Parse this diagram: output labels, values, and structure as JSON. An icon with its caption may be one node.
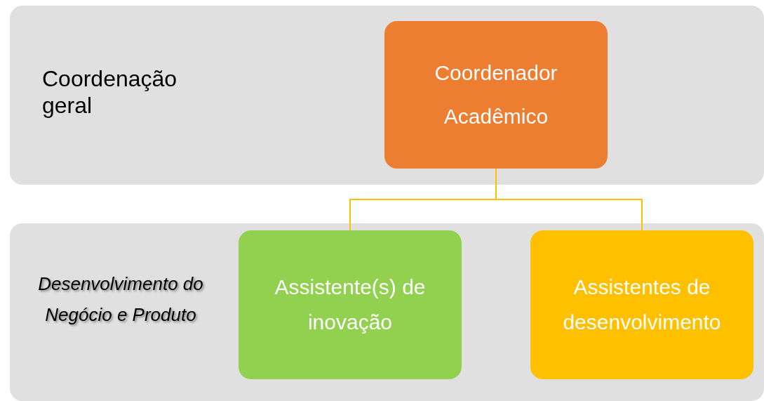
{
  "diagram": {
    "nodes": [
      {
        "text": [
          "Coordenação geral"
        ]
      },
      {
        "text": [
          "Desenvolvimento do Negócio e Produto"
        ]
      },
      {
        "text": [
          "Coordenador Acadêmico"
        ],
        "in": 0
      },
      {
        "text": [
          "Assistente(s) de inovação"
        ],
        "in": 1
      },
      {
        "text": [
          "Assistentes de desenvolvimento"
        ],
        "in": 1
      }
    ],
    "edges": [
      {
        "from": 2,
        "to": 3,
        "arrow": "none"
      },
      {
        "from": 2,
        "to": 4,
        "arrow": "none"
      }
    ]
  }
}
